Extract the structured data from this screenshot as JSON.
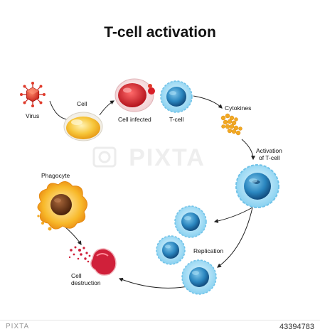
{
  "title": "T-cell activation",
  "labels": {
    "virus": "Virus",
    "cell": "Cell",
    "cell_infected": "Cell infected",
    "t_cell": "T-cell",
    "cytokines": "Cytokines",
    "activation_1": "Activation",
    "activation_2": "of T-cell",
    "phagocyte": "Phagocyte",
    "replication": "Replication",
    "destruction_1": "Cell",
    "destruction_2": "destruction"
  },
  "watermark": "PIXTA",
  "footer": {
    "logo": "PIXTA",
    "image_id": "43394783"
  },
  "colors": {
    "virus": "#e03a2a",
    "cell": "#f5b81e",
    "infected": "#d81e28",
    "tcell_outer": "#9fdcf3",
    "tcell_inner": "#1d6fa5",
    "cytokine": "#f2a922",
    "phagocyte": "#f6a81b",
    "phagocyte_nucleus": "#6b3312",
    "debris": "#d0203a",
    "arrow": "#222222"
  }
}
